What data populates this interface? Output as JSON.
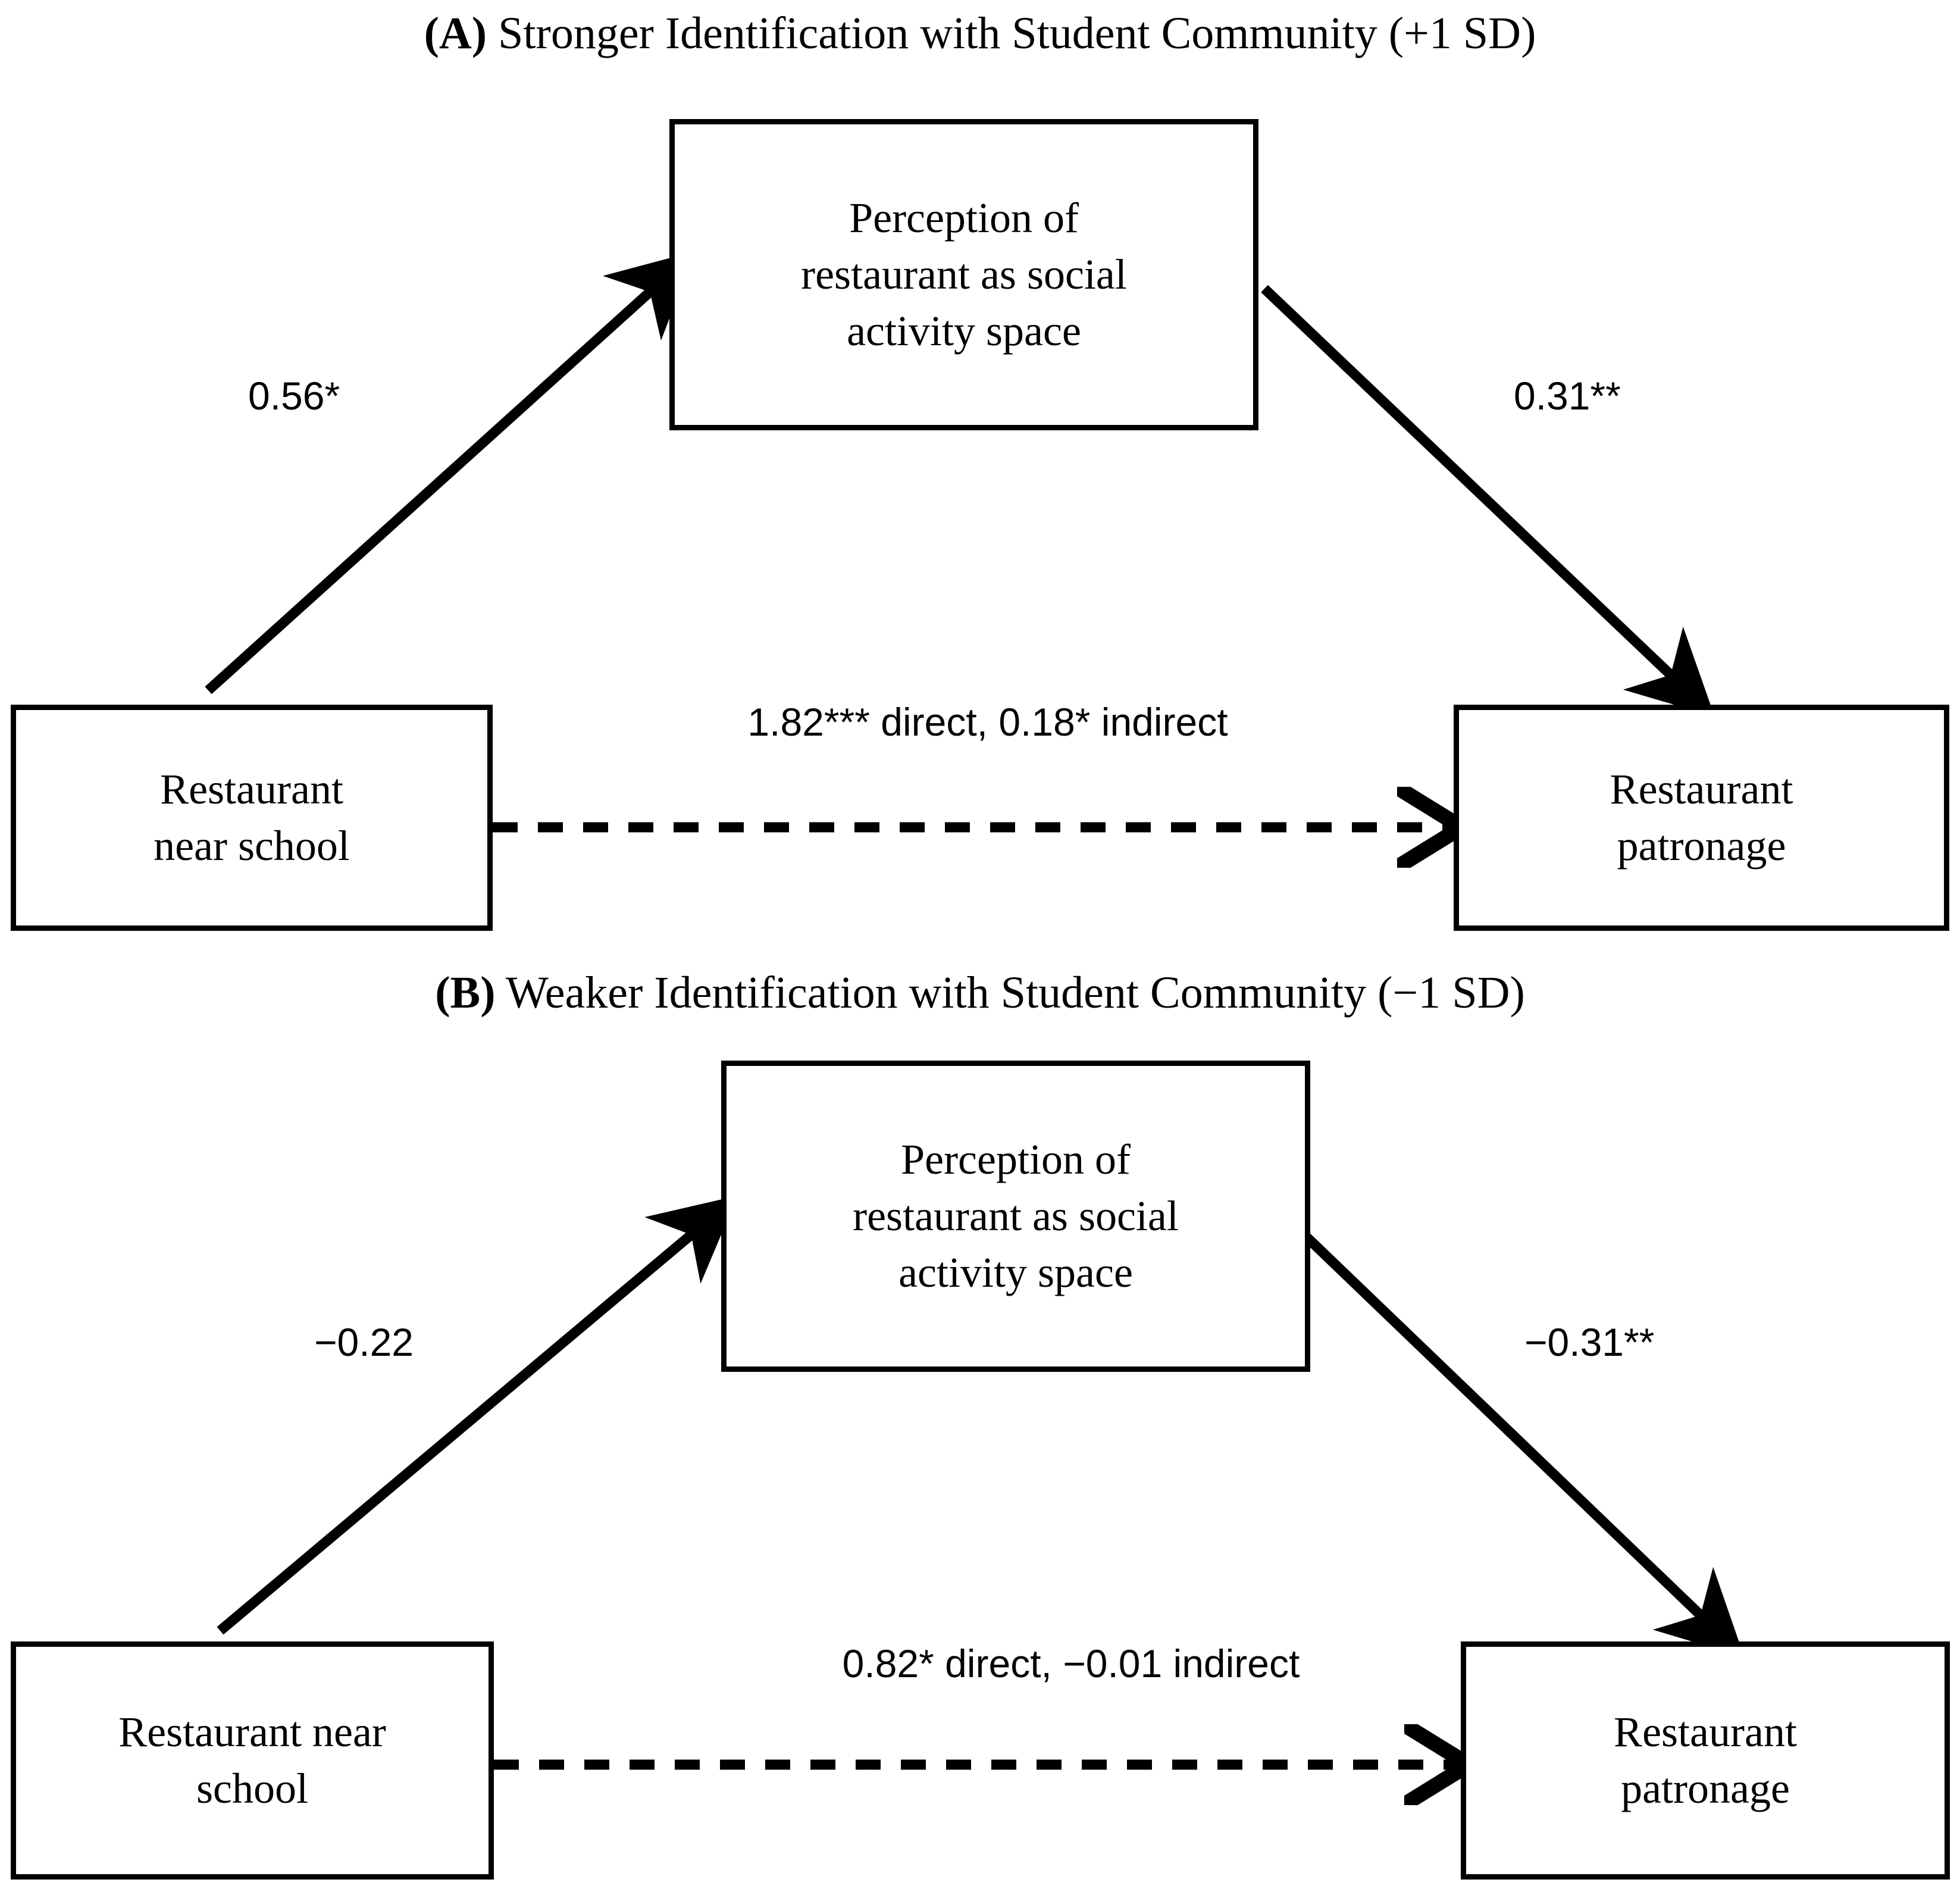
{
  "figure": {
    "type": "path-diagram",
    "description": "Two-panel moderated mediation path diagram",
    "line_color": "#000000",
    "background": "#ffffff"
  },
  "panels": [
    {
      "id": "A",
      "title_letter": "(A)",
      "title_text": " Stronger Identification with Student Community (+1 SD)",
      "nodes": {
        "mediator": {
          "lines": [
            "Perception of",
            "restaurant as social",
            "activity space"
          ]
        },
        "predictor": {
          "lines": [
            "Restaurant",
            "near school"
          ]
        },
        "outcome": {
          "lines": [
            "Restaurant",
            "patronage"
          ]
        }
      },
      "paths": {
        "a_path": {
          "label": "0.56*",
          "value": 0.56,
          "significance": "*",
          "from": "predictor",
          "to": "mediator",
          "style": "solid"
        },
        "b_path": {
          "label": "0.31**",
          "value": 0.31,
          "significance": "**",
          "from": "mediator",
          "to": "outcome",
          "style": "solid"
        },
        "c_path": {
          "label": "1.82*** direct, 0.18* indirect",
          "direct": 1.82,
          "direct_significance": "***",
          "indirect": 0.18,
          "indirect_significance": "*",
          "from": "predictor",
          "to": "outcome",
          "style": "dashed"
        }
      }
    },
    {
      "id": "B",
      "title_letter": "(B)",
      "title_text": " Weaker Identification with Student Community (−1 SD)",
      "nodes": {
        "mediator": {
          "lines": [
            "Perception of",
            "restaurant as social",
            "activity space"
          ]
        },
        "predictor": {
          "lines": [
            "Restaurant near",
            "school"
          ]
        },
        "outcome": {
          "lines": [
            "Restaurant",
            "patronage"
          ]
        }
      },
      "paths": {
        "a_path": {
          "label": "−0.22",
          "value": -0.22,
          "significance": "",
          "from": "predictor",
          "to": "mediator",
          "style": "solid"
        },
        "b_path": {
          "label": "−0.31**",
          "value": -0.31,
          "significance": "**",
          "from": "mediator",
          "to": "outcome",
          "style": "solid"
        },
        "c_path": {
          "label": "0.82* direct, −0.01 indirect",
          "direct": 0.82,
          "direct_significance": "*",
          "indirect": -0.01,
          "indirect_significance": "",
          "from": "predictor",
          "to": "outcome",
          "style": "dashed"
        }
      }
    }
  ]
}
